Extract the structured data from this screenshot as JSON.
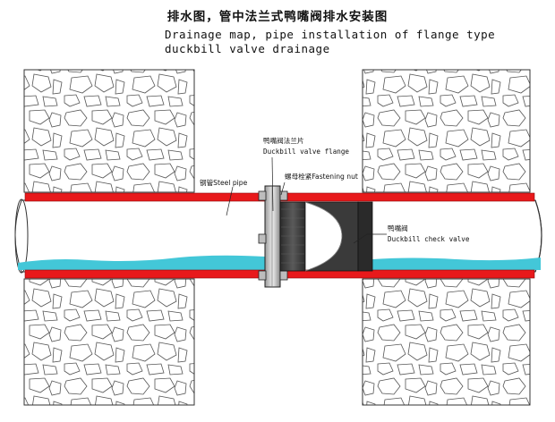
{
  "title": {
    "zh": "排水图，管中法兰式鸭嘴阀排水安装图",
    "en_line1": "Drainage map, pipe installation of flange type",
    "en_line2": "duckbill valve drainage"
  },
  "labels": {
    "steel_pipe": "钢管Steel pipe",
    "flange_zh": "鸭嘴阀法兰片",
    "flange_en": "Duckbill valve flange",
    "nut": "螺母栓紧Fastening nut",
    "valve_zh": "鸭嘴阀",
    "valve_en": "Duckbill check valve"
  },
  "colors": {
    "pipe_wall": "#e8191b",
    "water": "#43c7d8",
    "valve_body": "#3a3a3a",
    "outline": "#222222"
  }
}
